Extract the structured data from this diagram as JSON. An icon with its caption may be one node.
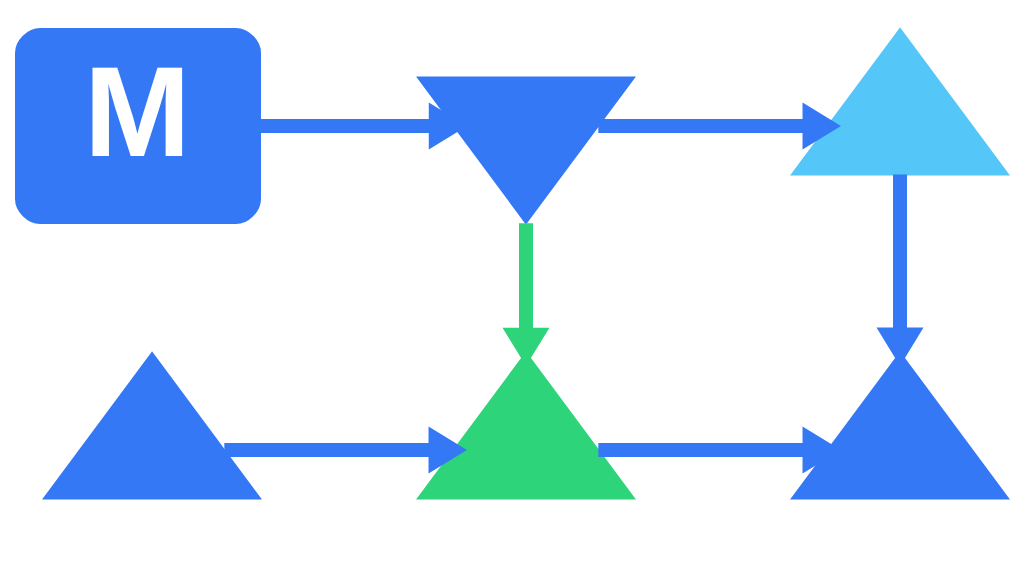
{
  "diagram": {
    "nodes": [
      {
        "text": [
          "M"
        ]
      },
      {
        "text": [],
        "shape": "pin"
      },
      {
        "text": [],
        "shape": "picture"
      },
      {
        "text": [],
        "shape": "picture"
      },
      {
        "text": [],
        "shape": "picture"
      },
      {
        "text": [],
        "shape": "picture"
      }
    ],
    "edges": [
      {
        "from": 0,
        "to": 1,
        "arrow": "to"
      },
      {
        "from": 1,
        "to": 2,
        "arrow": "to"
      },
      {
        "from": 1,
        "to": 4,
        "arrow": "to",
        "color": "#2ed47a"
      },
      {
        "from": 2,
        "to": 5,
        "arrow": "to"
      },
      {
        "from": 3,
        "to": 4,
        "arrow": "to"
      },
      {
        "from": 4,
        "to": 5,
        "arrow": "to"
      }
    ]
  }
}
